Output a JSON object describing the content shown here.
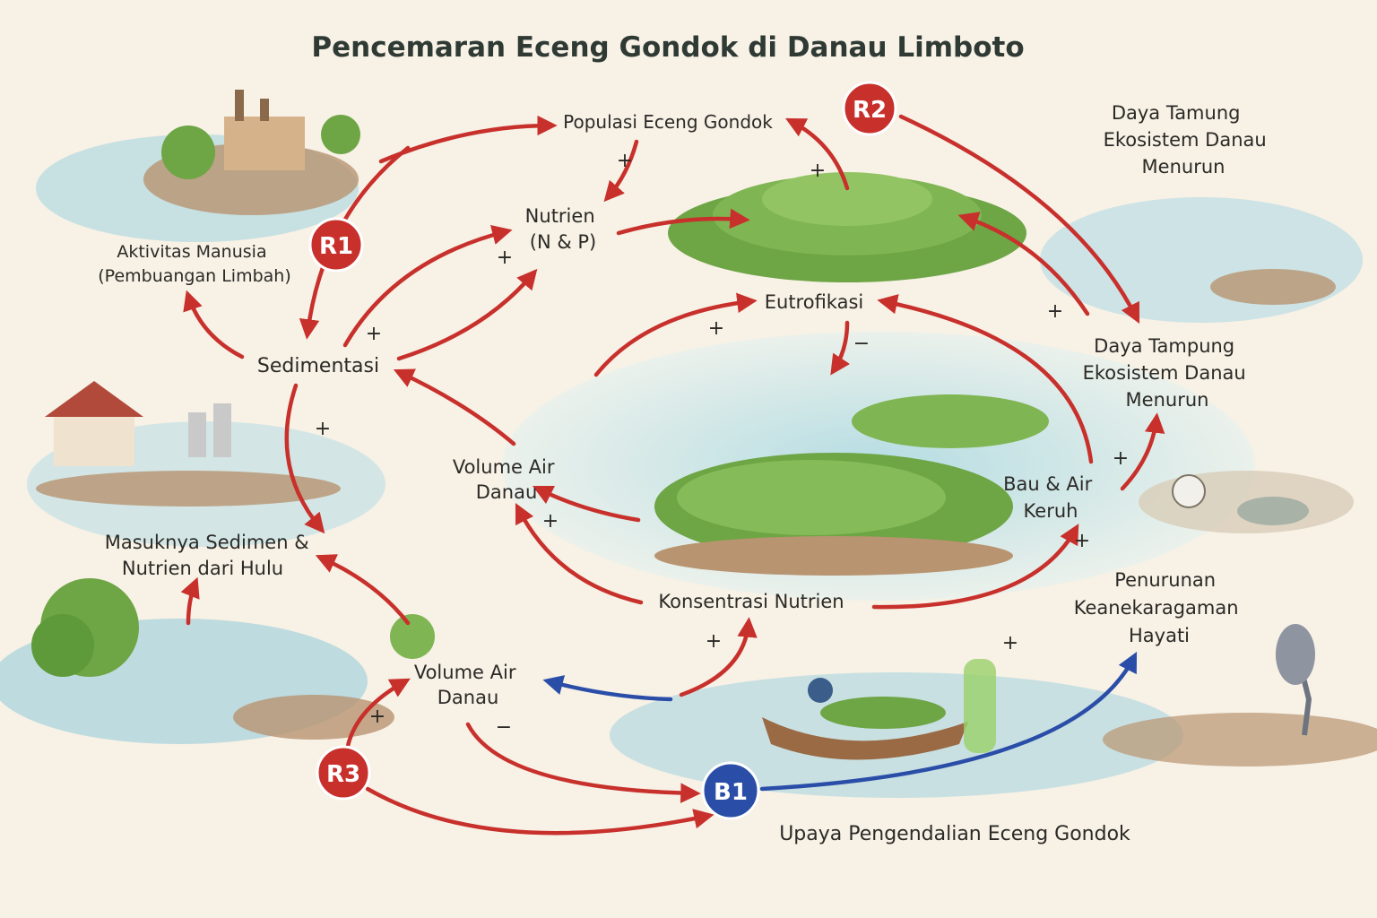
{
  "title": "Pencemaran Eceng Gondok di Danau Limboto",
  "nodes": {
    "populasi": [
      "Populasi Eceng Gondok"
    ],
    "nutrien": [
      "Nutrien",
      "(N & P)"
    ],
    "aktivitas": [
      "Aktivitas Manusia",
      "(Pembuangan Limbah)"
    ],
    "sedimentasi": [
      "Sedimentasi"
    ],
    "eutrofikasi": [
      "Eutrofikasi"
    ],
    "daya_top": [
      "Daya Tamung",
      "Ekosistem Danau",
      "Menurun"
    ],
    "daya_mid": [
      "Daya Tampung",
      "Ekosistem Danau",
      "Menurun"
    ],
    "volume_mid": [
      "Volume Air",
      "Danau"
    ],
    "bau": [
      "Bau & Air",
      "Keruh"
    ],
    "masuknya": [
      "Masuknya Sedimen &",
      "Nutrien dari Hulu"
    ],
    "konsentrasi": [
      "Konsentrasi Nutrien"
    ],
    "penurunan": [
      "Penurunan",
      "Keanekaragaman",
      "Hayati"
    ],
    "volume_low": [
      "Volume Air",
      "Danau"
    ],
    "upaya": [
      "Upaya Pengendalian Eceng Gondok"
    ]
  },
  "loops": {
    "r1": "R1",
    "r2": "R2",
    "r3": "R3",
    "b1": "B1"
  },
  "signs": {
    "s1": "+",
    "s2": "+",
    "s3": "+",
    "s4": "+",
    "s5": "+",
    "s6": "−",
    "s7": "+",
    "s8": "+",
    "s9": "+",
    "s10": "+",
    "s11": "+",
    "s12": "+",
    "s13": "+",
    "s14": "+",
    "s15": "+",
    "s16": "−"
  },
  "colors": {
    "reinforcing": "#c8302c",
    "balancing": "#2a4ea8",
    "water": "#8fc9d8",
    "plant": "#5e9a3a",
    "land": "#c9a77a",
    "text": "#2b2a26"
  }
}
